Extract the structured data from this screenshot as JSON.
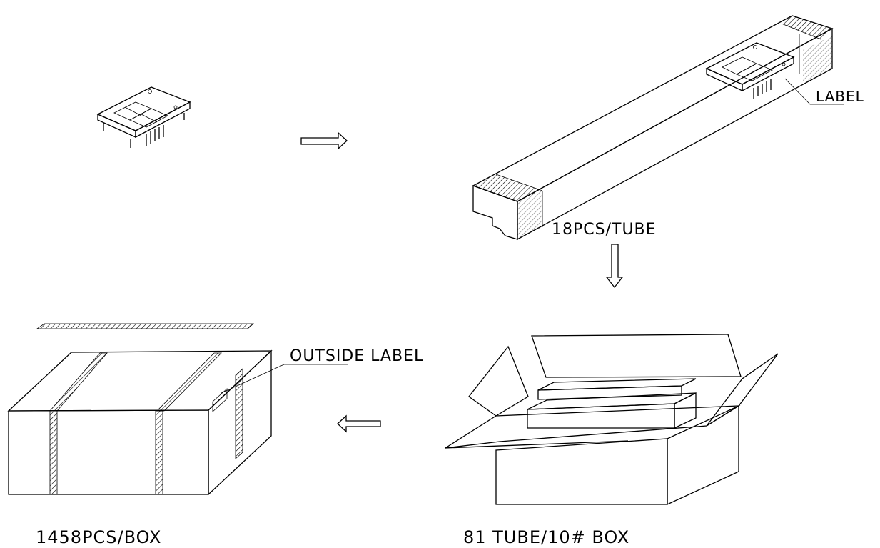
{
  "labels": {
    "tube_label": "LABEL",
    "tube_count": "18PCS/TUBE",
    "outside_label": "OUTSIDE LABEL",
    "box_count": "1458PCS/BOX",
    "inner_box": "81 TUBE/10# BOX"
  }
}
